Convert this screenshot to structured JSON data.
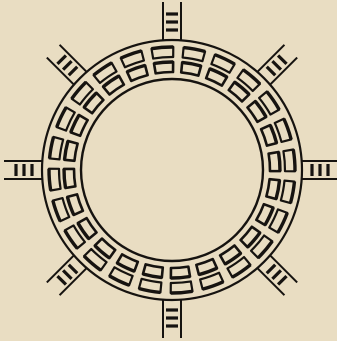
{
  "figure": {
    "background_color": "#e9ddc2",
    "ink_color": "#161310",
    "ring": {
      "block_count": 24,
      "block_rows": 2
    },
    "spokes": {
      "count": 8,
      "tick_rows": 3,
      "directions": [
        "top",
        "top-right",
        "right",
        "bottom-right",
        "bottom",
        "bottom-left",
        "left",
        "top-left"
      ]
    }
  }
}
